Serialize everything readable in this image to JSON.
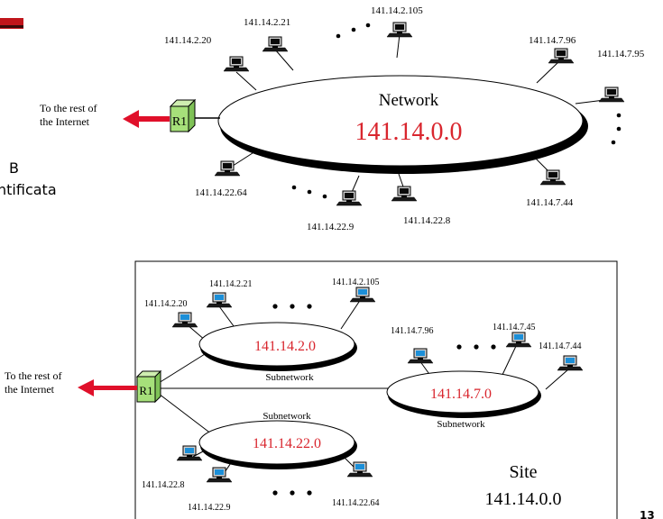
{
  "slide": {
    "side_text_line1": "B",
    "side_text_line2": "ntificata",
    "page_number": "13"
  },
  "top_diagram": {
    "network_label": "Network",
    "network_address": "141.14.0.0",
    "router_label": "R1",
    "internet_label_line1": "To the rest of",
    "internet_label_line2": "the Internet",
    "hosts": {
      "h1": "141.14.2.20",
      "h2": "141.14.2.21",
      "h3": "141.14.2.105",
      "h4": "141.14.7.96",
      "h5": "141.14.7.95",
      "h6": "141.14.7.44",
      "h7": "141.14.22.8",
      "h8": "141.14.22.9",
      "h9": "141.14.22.64"
    }
  },
  "bottom_diagram": {
    "router_label": "R1",
    "internet_label_line1": "To the rest of",
    "internet_label_line2": "the Internet",
    "site_label": "Site",
    "site_address": "141.14.0.0",
    "subnet_a": {
      "address": "141.14.2.0",
      "caption": "Subnetwork"
    },
    "subnet_b": {
      "address": "141.14.7.0",
      "caption": "Subnetwork"
    },
    "subnet_c": {
      "address": "141.14.22.0",
      "caption": "Subnetwork"
    },
    "hosts": {
      "a1": "141.14.2.20",
      "a2": "141.14.2.21",
      "a3": "141.14.2.105",
      "b1": "141.14.7.96",
      "b2": "141.14.7.45",
      "b3": "141.14.7.44",
      "c1": "141.14.22.8",
      "c2": "141.14.22.9",
      "c3": "141.14.22.64"
    }
  },
  "colors": {
    "address_red": "#d9262e",
    "arrow_red": "#e0102a",
    "router_green": "#a6e07a",
    "header_red": "#c0151b"
  }
}
